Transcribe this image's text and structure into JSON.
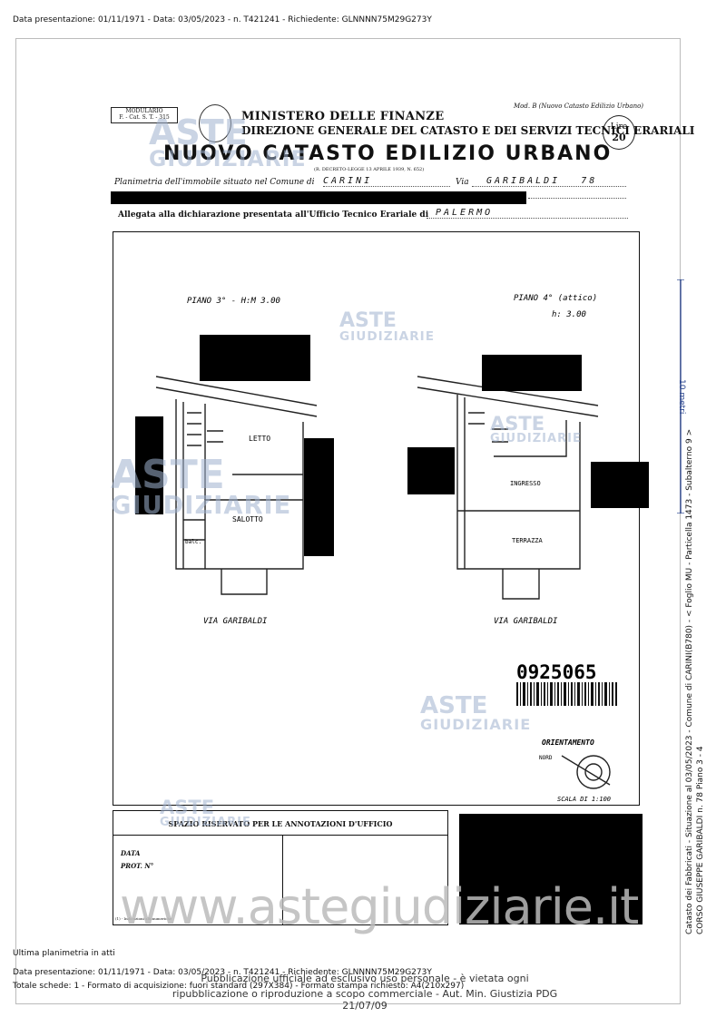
{
  "header": {
    "text": "Data presentazione: 01/11/1971 - Data: 03/05/2023 - n. T421241 - Richiedente: GLNNNN75M29G273Y"
  },
  "form": {
    "modulario": "MODULARIO",
    "modulario_code": "F. - Cat. S. T. - 315",
    "ministry": "MINISTERO DELLE FINANZE",
    "direzione": "DIREZIONE GENERALE DEL CATASTO E DEI SERVIZI TECNICI ERARIALI",
    "title": "NUOVO CATASTO EDILIZIO URBANO",
    "mod_b": "Mod. B (Nuovo Catasto Edilizio Urbano)",
    "lire_label": "Lire",
    "lire_value": "20",
    "decreto": "(R. DECRETO-LEGGE 13 APRILE 1939, N. 652)",
    "planimetria_label": "Planimetria dell'immobile situato nel Comune di",
    "comune": "CARINI",
    "via_label": "Via",
    "via_value": "GARIBALDI",
    "civico": "78",
    "allegata_label": "Allegata alla dichiarazione presentata all'Ufficio Tecnico Erariale di",
    "ufficio": "PALERMO"
  },
  "plan": {
    "floor3_label": "PIANO 3° - H:M 3.00",
    "floor4_label": "PIANO 4° (attico)",
    "floor4_height": "h: 3.00",
    "room_letto": "LETTO",
    "room_salotto": "SALOTTO",
    "room_balcone": "balc.",
    "room_ingresso": "INGRESSO",
    "room_terrazza": "TERRAZZA",
    "street_left": "VIA GARIBALDI",
    "street_right": "VIA GARIBALDI",
    "barcode": "0925065",
    "orientamento": "ORIENTAMENTO",
    "nord": "NORD",
    "scala": "SCALA DI 1:100"
  },
  "annotations": {
    "title": "SPAZIO RISERVATO PER LE ANNOTAZIONI D'UFFICIO",
    "data_label": "DATA",
    "prot_label": "PROT. N°",
    "small_print": "(1) - Indicazioni alfanumeriche"
  },
  "watermarks": {
    "aste": "ASTE",
    "giudiziarie": "GIUDIZIARIE",
    "site": "www.astegiudiziarie.it"
  },
  "side": {
    "scale": "10 metri",
    "line1": "Catasto dei Fabbricati - Situazione al 03/05/2023 - Comune di CARINI(B780) - < Foglio MU - Particella 1473 - Subalterno 9 >",
    "line2": "CORSO GIUSEPPE GARIBALDI n. 78 Piano 3 - 4"
  },
  "footer": {
    "ultima": "Ultima planimetria in atti",
    "line1": "Data presentazione: 01/11/1971 - Data: 03/05/2023 - n. T421241 - Richiedente: GLNNNN75M29G273Y",
    "line2": "Totale schede: 1 - Formato di acquisizione: fuori standard (297X384) - Formato stampa richiesto: A4(210x297)",
    "pub1": "Pubblicazione ufficiale ad esclusivo uso personale - è vietata ogni",
    "pub2": "ripubblicazione o riproduzione a scopo commerciale - Aut. Min. Giustizia PDG 21/07/09"
  }
}
